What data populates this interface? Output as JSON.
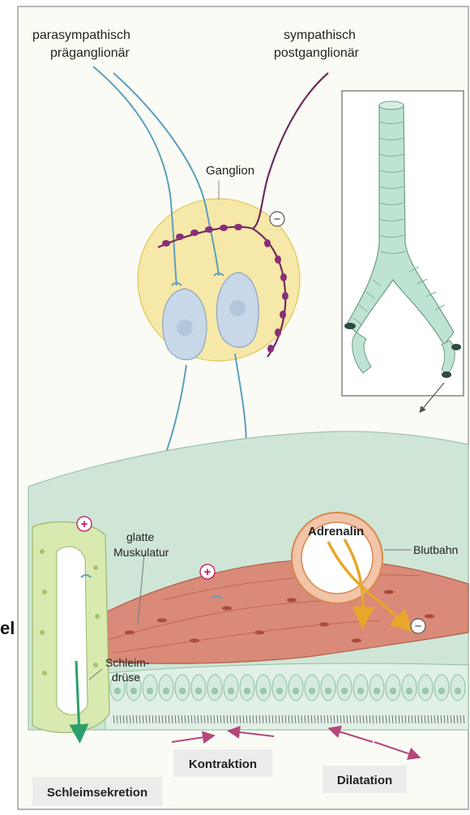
{
  "labels": {
    "parasympathisch_line1": "parasympathisch",
    "parasympathisch_line2": "präganglionär",
    "sympathisch_line1": "sympathisch",
    "sympathisch_line2": "postganglionär",
    "ganglion": "Ganglion",
    "glatte": "glatte",
    "muskulatur": "Muskulatur",
    "adrenalin": "Adrenalin",
    "blutbahn": "Blutbahn",
    "schleim_line1": "Schleim-",
    "schleim_line2": "drüse",
    "kontraktion": "Kontraktion",
    "dilatation": "Dilatation",
    "schleimsekretion": "Schleimsekretion",
    "edge_fragment": "el"
  },
  "signs": {
    "plus": "+",
    "minus": "−"
  },
  "colors": {
    "parasympathetic_nerve": "#5a9fbd",
    "sympathetic_nerve": "#6e2a5e",
    "ganglion_fill": "#f6e8a8",
    "neuron_fill": "#c9d8e8",
    "mucosa": "#cfe6d6",
    "muscle": "#d98a78",
    "gland": "#d8eab0",
    "adrenalin_arrow": "#e7a72a",
    "plus_sign": "#c2185b",
    "arrow_magenta": "#b5477a",
    "secretion_arrow": "#2e9e6b",
    "bronchus": "#bfe3d2"
  }
}
